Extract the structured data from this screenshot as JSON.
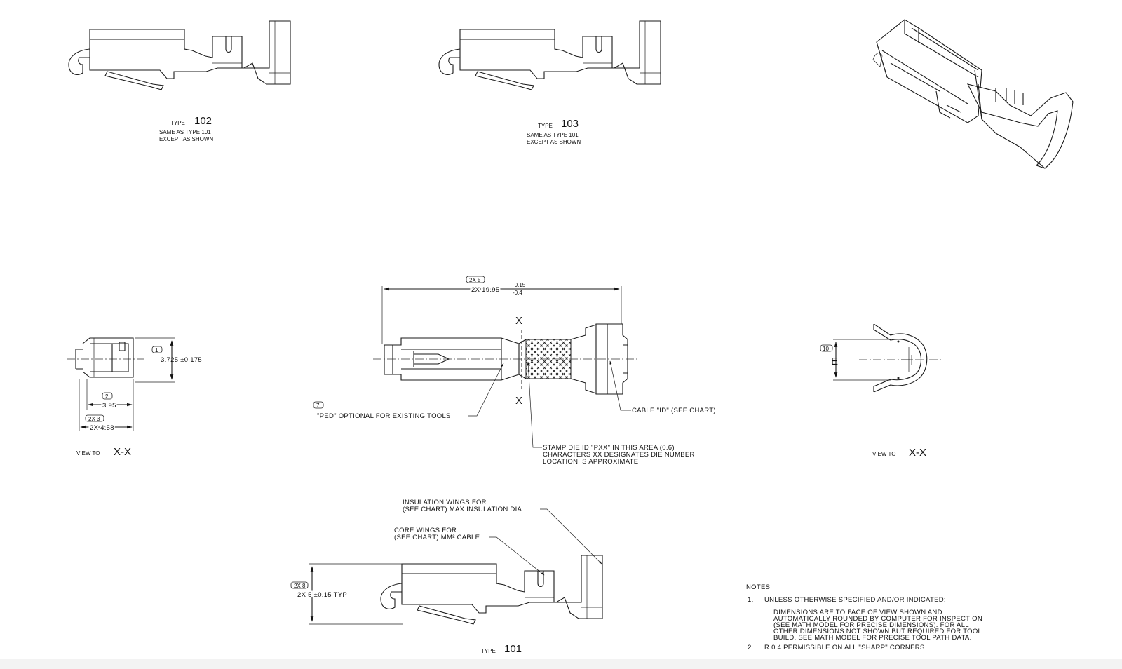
{
  "views": {
    "type102": {
      "type_word": "TYPE",
      "type_number": "102",
      "note_line1": "SAME AS TYPE 101",
      "note_line2": "EXCEPT AS SHOWN"
    },
    "type103": {
      "type_word": "TYPE",
      "type_number": "103",
      "note_line1": "SAME AS TYPE 101",
      "note_line2": "EXCEPT AS SHOWN"
    },
    "type101": {
      "type_word": "TYPE",
      "type_number": "101"
    },
    "view_left": {
      "prefix": "VIEW TO",
      "section": "X-X"
    },
    "view_right": {
      "prefix": "VIEW TO",
      "section": "X-X"
    }
  },
  "dimensions": {
    "length_tag": "2X 5",
    "length_value": "2X 19.95",
    "length_tol_plus": "+0.15",
    "length_tol_minus": "-0.4",
    "section_mark": "X",
    "height_tag": "1",
    "height_value": "3.725 ±0.175",
    "width_tag": "2",
    "width_value": "3.95",
    "width2_tag": "2X 3",
    "width2_value": "2X 4.58",
    "opening_tag": "10",
    "opening_value": "E",
    "side_tag": "2X 8",
    "side_value": "2X 5 ±0.15 TYP"
  },
  "callouts": {
    "ped_tag": "7",
    "ped_text": "\"PED\" OPTIONAL FOR EXISTING TOOLS",
    "cable_id": "CABLE \"ID\" (SEE CHART)",
    "stamp_line1": "STAMP DIE ID \"PXX\" IN THIS AREA (0.6)",
    "stamp_line2": "CHARACTERS XX DESIGNATES DIE NUMBER",
    "stamp_line3": "LOCATION IS APPROXIMATE",
    "insul_line1": "INSULATION WINGS  FOR",
    "insul_line2": "(SEE CHART) MAX INSULATION DIA",
    "core_line1": "CORE WINGS FOR",
    "core_line2": "(SEE CHART) MM² CABLE"
  },
  "notes": {
    "title": "NOTES",
    "n1_num": "1.",
    "n1_text": "UNLESS OTHERWISE SPECIFIED AND/OR INDICATED:",
    "n1_l1": "DIMENSIONS ARE TO FACE OF VIEW SHOWN AND",
    "n1_l2": "AUTOMATICALLY ROUNDED BY COMPUTER FOR INSPECTION",
    "n1_l3": "(SEE MATH MODEL FOR PRECISE DIMENSIONS). FOR ALL",
    "n1_l4": "OTHER DIMENSIONS NOT SHOWN BUT REQUIRED FOR TOOL",
    "n1_l5": "BUILD, SEE MATH MODEL FOR PRECISE TOOL PATH DATA.",
    "n2_num": "2.",
    "n2_text": "R 0.4 PERMISSIBLE ON ALL \"SHARP\" CORNERS"
  }
}
